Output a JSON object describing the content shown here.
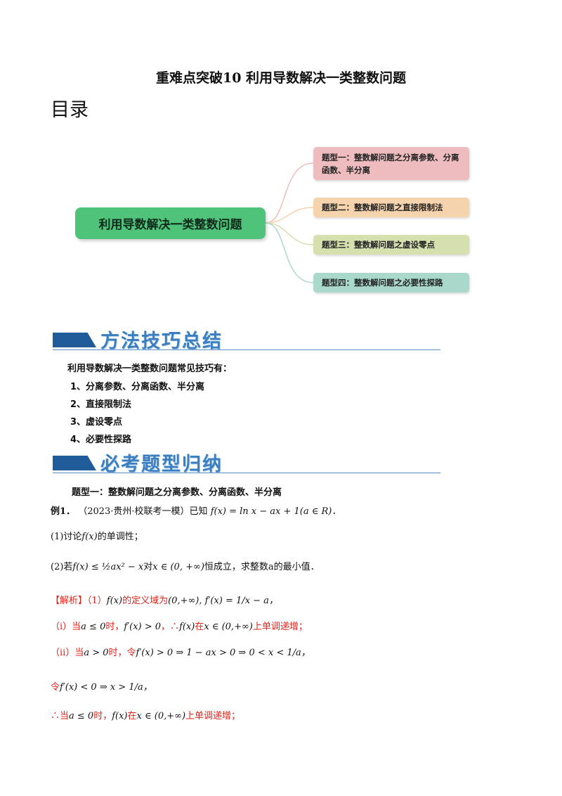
{
  "doc_title": "重难点突破10  利用导数解决一类整数问题",
  "toc_heading": "目录",
  "mindmap": {
    "root": "利用导数解决一类整数问题",
    "branches": [
      {
        "label": "题型一：整数解问题之分离参数、分离函数、半分离",
        "color": "#eebcbf"
      },
      {
        "label": "题型二：整数解问题之直接限制法",
        "color": "#f5d3ad"
      },
      {
        "label": "题型三：整数解问题之虚设零点",
        "color": "#d6dfae"
      },
      {
        "label": "题型四：整数解问题之必要性探路",
        "color": "#a9d9cb"
      }
    ]
  },
  "section1": {
    "banner": "方法技巧总结",
    "intro": "利用导数解决一类整数问题常见技巧有：",
    "items": [
      "1、分离参数、分离函数、半分离",
      "2、直接限制法",
      "3、虚设零点",
      "4、必要性探路"
    ]
  },
  "section2": {
    "banner": "必考题型归纳",
    "type_heading": "题型一：整数解问题之分离参数、分离函数、半分离"
  },
  "example": {
    "label": "例1．",
    "source": "（2023·贵州·校联考一模）已知",
    "given": "f(x) = ln x − ax + 1(a ∈ R)．",
    "q1_prefix": "(1)讨论",
    "q1_func": "f(x)",
    "q1_suffix": "的单调性；",
    "q2_prefix": "(2)若",
    "q2_ineq": "f(x) ≤ ½ax² − x",
    "q2_mid": "对",
    "q2_domain": "x ∈ (0, +∞)",
    "q2_suffix": "恒成立，求整数a的最小值．"
  },
  "solution": {
    "tag": "【解析】",
    "line1_a": "（1）",
    "line1_b": "f(x)",
    "line1_c": "的定义域为",
    "line1_d": "(0,+∞), f′(x) = 1/x − a，",
    "line2_a": "（ⅰ）当",
    "line2_b": "a ≤ 0",
    "line2_c": "时，",
    "line2_d": "f′(x) > 0",
    "line2_e": "，∴",
    "line2_f": "f(x)",
    "line2_g": "在",
    "line2_h": "x ∈ (0,+∞)",
    "line2_i": "上单调递增；",
    "line3_a": "（ⅱ）当",
    "line3_b": "a > 0",
    "line3_c": "时，令",
    "line3_d": "f′(x) > 0 ⇒ 1 − ax > 0 ⇒ 0 < x < 1/a，",
    "line4_a": "令",
    "line4_b": "f′(x) < 0 ⇒ x > 1/a，",
    "line5_a": "∴当",
    "line5_b": "a ≤ 0",
    "line5_c": "时，",
    "line5_d": "f(x)",
    "line5_e": "在",
    "line5_f": "x ∈ (0,+∞)",
    "line5_g": "上单调递增；"
  }
}
